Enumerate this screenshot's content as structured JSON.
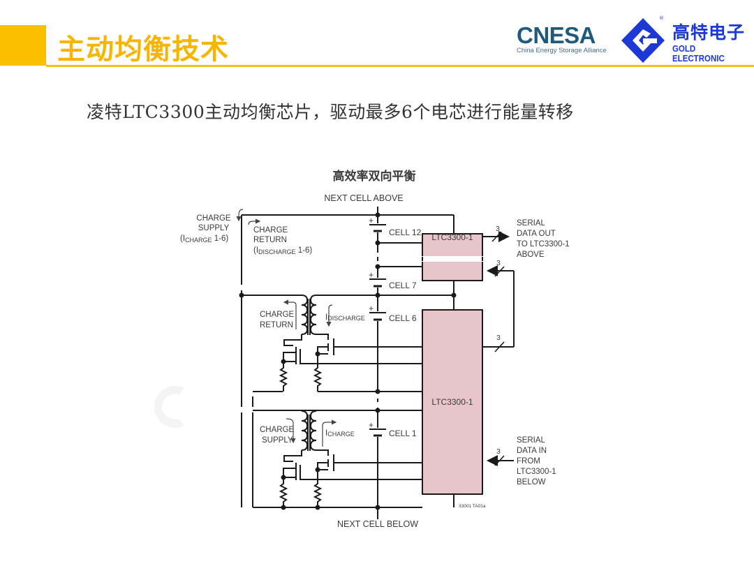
{
  "header": {
    "title": "主动均衡技术",
    "accent_color": "#fcbf00",
    "title_color": "#f8b500"
  },
  "logos": {
    "cnesa": {
      "name": "CNESA",
      "subtitle": "China Energy Storage Alliance",
      "color": "#1f5a7a"
    },
    "gold": {
      "name_cn": "高特电子",
      "name_en": "GOLD ELECTRONIC",
      "registered": "®",
      "color": "#1c39d6"
    }
  },
  "subtitle": "凌特LTC3300主动均衡芯片，驱动最多6个电芯进行能量转移",
  "diagram": {
    "title": "高效率双向平衡",
    "top_label": "NEXT CELL ABOVE",
    "bottom_label": "NEXT CELL BELOW",
    "charge_supply_label": [
      "CHARGE",
      "SUPPLY"
    ],
    "charge_supply_current": {
      "prefix": "(I",
      "sub": "CHARGE",
      "suffix": " 1-6)"
    },
    "charge_return_label": [
      "CHARGE",
      "RETURN"
    ],
    "charge_return_current": {
      "prefix": "(I",
      "sub": "DISCHARGE",
      "suffix": " 1-6)"
    },
    "cells": {
      "cell12": "CELL 12",
      "cell7": "CELL 7",
      "cell6": "CELL 6",
      "cell1": "CELL 1"
    },
    "polarity": "+",
    "upper_stage": {
      "label": [
        "CHARGE",
        "RETURN"
      ],
      "current": {
        "prefix": "I",
        "sub": "DISCHARGE"
      }
    },
    "lower_stage": {
      "label": [
        "CHARGE",
        "SUPPLY"
      ],
      "current": {
        "prefix": "I",
        "sub": "CHARGE"
      }
    },
    "chips": {
      "upper": "LTC3300-1",
      "lower": "LTC3300-1",
      "fill_color": "#e8c4cb"
    },
    "bus_width": "3",
    "serial_out": [
      "SERIAL",
      "DATA OUT",
      "TO LTC3300-1",
      "ABOVE"
    ],
    "serial_in": [
      "SERIAL",
      "DATA IN",
      "FROM",
      "LTC3300-1",
      "BELOW"
    ],
    "figure_id": "33001 TA01a"
  }
}
